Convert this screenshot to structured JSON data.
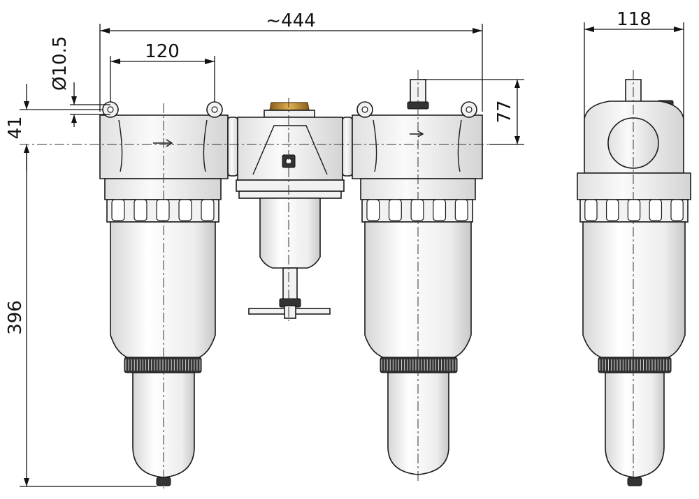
{
  "dimensions": {
    "overall_width": "~444",
    "port_spacing": "120",
    "hole_diameter": "Ø10.5",
    "mount_height": "41",
    "top_height": "77",
    "depth": "118",
    "total_height": "396"
  },
  "colors": {
    "brass": "#c89a3c",
    "body": "#f2f2f2",
    "outline": "#1a1a1a"
  }
}
